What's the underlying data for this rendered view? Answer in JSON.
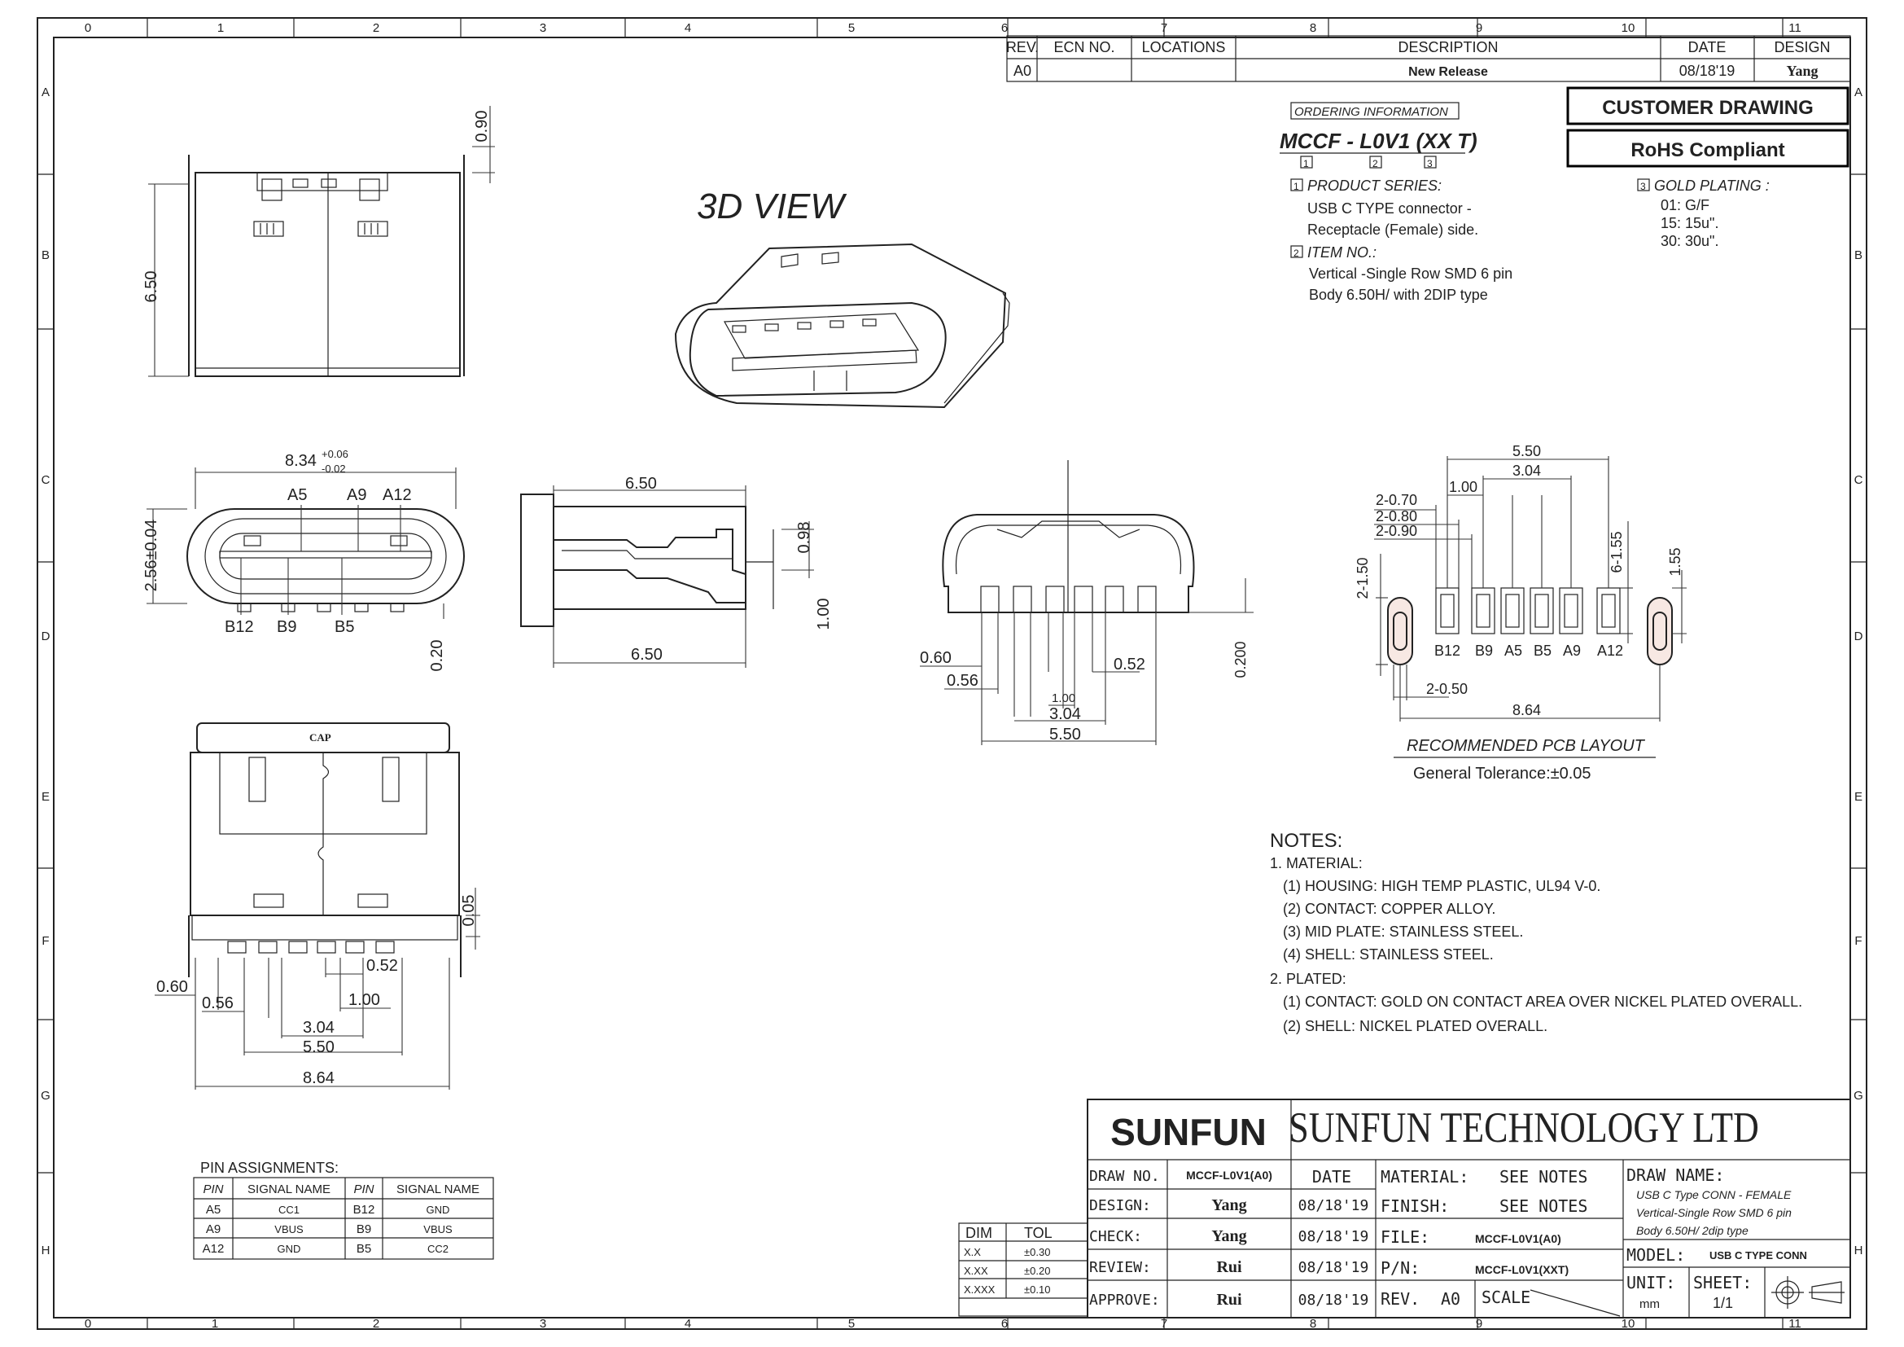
{
  "border": {
    "columns": [
      "0",
      "1",
      "2",
      "3",
      "4",
      "5",
      "6",
      "7",
      "8",
      "9",
      "10",
      "11"
    ],
    "rows": [
      "A",
      "B",
      "C",
      "D",
      "E",
      "F",
      "G",
      "H"
    ]
  },
  "revision": {
    "headers": {
      "rev": "REV.",
      "ecn": "ECN NO.",
      "locations": "LOCATIONS",
      "description": "DESCRIPTION",
      "date": "DATE",
      "design": "DESIGN"
    },
    "row": {
      "rev": "A0",
      "ecn": "",
      "locations": "",
      "description": "New Release",
      "date": "08/18'19",
      "design": "Yang"
    }
  },
  "stamps": {
    "customer_drawing": "CUSTOMER DRAWING",
    "rohs": "RoHS Compliant"
  },
  "ordering": {
    "heading": "ORDERING INFORMATION",
    "part": "MCCF - L0V1  (XX T)",
    "markers": [
      "1",
      "2",
      "3"
    ],
    "product_series_title": "PRODUCT SERIES:",
    "product_series_lines": [
      "USB C TYPE connector -",
      "Receptacle (Female) side."
    ],
    "item_no_title": "ITEM NO.:",
    "item_no_lines": [
      "Vertical -Single Row SMD 6 pin",
      "Body 6.50H/ with 2DIP type"
    ],
    "gold_plating_title": "GOLD PLATING :",
    "gold_plating_lines": [
      "01:  G/F",
      "15:  15u\".",
      "30:  30u\"."
    ]
  },
  "view_label": "3D  VIEW",
  "cap_label": "CAP",
  "dimensions": {
    "top_090": "0.90",
    "top_650": "6.50",
    "front_834": "8.34",
    "front_834_tol_plus": "+0.06",
    "front_834_tol_minus": "-0.02",
    "front_256": "2.56±0.04",
    "front_020": "0.20",
    "front_pins_top": [
      "A5",
      "A9",
      "A12"
    ],
    "front_pins_bottom": [
      "B12",
      "B9",
      "B5"
    ],
    "side_650_top": "6.50",
    "side_650_bottom": "6.50",
    "side_098": "0.98",
    "side_100": "1.00",
    "end_060": "0.60",
    "end_056": "0.56",
    "end_100": "1.00",
    "end_052": "0.52",
    "end_304": "3.04",
    "end_550": "5.50",
    "end_0200": "0.200",
    "bottom_005": "0.05",
    "bottom_060": "0.60",
    "bottom_056": "0.56",
    "bottom_100": "1.00",
    "bottom_052": "0.52",
    "bottom_304": "3.04",
    "bottom_550": "5.50",
    "bottom_864": "8.64"
  },
  "pcb": {
    "dim_550": "5.50",
    "dim_304": "3.04",
    "dim_100": "1.00",
    "dim_070": "2-0.70",
    "dim_080": "2-0.80",
    "dim_090": "2-0.90",
    "dim_150": "2-1.50",
    "dim_6155": "6-1.55",
    "dim_155": "1.55",
    "dim_050": "2-0.50",
    "dim_864": "8.64",
    "pins": [
      "B12",
      "B9",
      "A5",
      "B5",
      "A9",
      "A12"
    ],
    "title": "RECOMMENDED  PCB  LAYOUT",
    "tolerance": "General  Tolerance:±0.05"
  },
  "notes": {
    "title": "NOTES:",
    "lines": [
      "1.  MATERIAL:",
      "(1)  HOUSING:  HIGH  TEMP  PLASTIC,  UL94  V-0.",
      "(2)  CONTACT:  COPPER  ALLOY.",
      "(3)  MID  PLATE:  STAINLESS  STEEL.",
      "(4)  SHELL:  STAINLESS  STEEL.",
      "2.  PLATED:",
      "(1)  CONTACT:  GOLD  ON  CONTACT  AREA  OVER  NICKEL  PLATED  OVERALL.",
      "(2)  SHELL:  NICKEL  PLATED  OVERALL."
    ]
  },
  "pin_assignments": {
    "title": "PIN  ASSIGNMENTS:",
    "headers": [
      "PIN",
      "SIGNAL NAME",
      "PIN",
      "SIGNAL NAME"
    ],
    "rows": [
      [
        "A5",
        "CC1",
        "B12",
        "GND"
      ],
      [
        "A9",
        "VBUS",
        "B9",
        "VBUS"
      ],
      [
        "A12",
        "GND",
        "B5",
        "CC2"
      ]
    ]
  },
  "tolerance_table": {
    "headers": [
      "DIM",
      "TOL"
    ],
    "rows": [
      [
        "X.X",
        "±0.30"
      ],
      [
        "X.XX",
        "±0.20"
      ],
      [
        "X.XXX",
        "±0.10"
      ]
    ]
  },
  "title_block": {
    "logo": "SUNFUN",
    "company": "SUNFUN  TECHNOLOGY  LTD",
    "draw_no_label": "DRAW  NO.",
    "draw_no": "MCCF-L0V1(A0)",
    "date_label": "DATE",
    "design_label": "DESIGN:",
    "design": "Yang",
    "design_date": "08/18'19",
    "check_label": "CHECK:",
    "check": "Yang",
    "check_date": "08/18'19",
    "review_label": "REVIEW:",
    "review": "Rui",
    "review_date": "08/18'19",
    "approve_label": "APPROVE:",
    "approve": "Rui",
    "approve_date": "08/18'19",
    "material_label": "MATERIAL:",
    "material": "SEE  NOTES",
    "finish_label": "FINISH:",
    "finish": "SEE  NOTES",
    "file_label": "FILE:",
    "file": "MCCF-L0V1(A0)",
    "pn_label": "P/N:",
    "pn": "MCCF-L0V1(XXT)",
    "rev_label": "REV.",
    "rev": "A0",
    "scale_label": "SCALE",
    "draw_name_label": "DRAW  NAME:",
    "draw_name_lines": [
      "USB  C  Type  CONN  -  FEMALE",
      "Vertical-Single  Row  SMD  6  pin",
      "Body  6.50H/  2dip  type"
    ],
    "model_label": "MODEL:",
    "model": "USB C TYPE CONN",
    "unit_label": "UNIT:",
    "unit": "mm",
    "sheet_label": "SHEET:",
    "sheet": "1/1"
  }
}
